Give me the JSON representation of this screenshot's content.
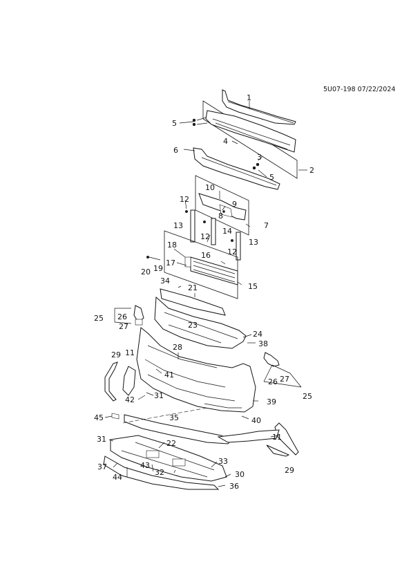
{
  "header": {
    "doc_code": "5U07-198 07/22/2024"
  },
  "callouts": [
    "1",
    "2",
    "3",
    "4",
    "5",
    "5",
    "6",
    "7",
    "8",
    "9",
    "10",
    "12",
    "12",
    "12",
    "13",
    "13",
    "14",
    "15",
    "16",
    "17",
    "18",
    "19",
    "20",
    "21",
    "23",
    "24",
    "25",
    "25",
    "26",
    "26",
    "27",
    "27",
    "28",
    "29",
    "29",
    "11",
    "11",
    "31",
    "31",
    "41",
    "42",
    "45",
    "35",
    "39",
    "40",
    "22",
    "33",
    "43",
    "37",
    "44",
    "32",
    "30",
    "36",
    "38",
    "34"
  ]
}
